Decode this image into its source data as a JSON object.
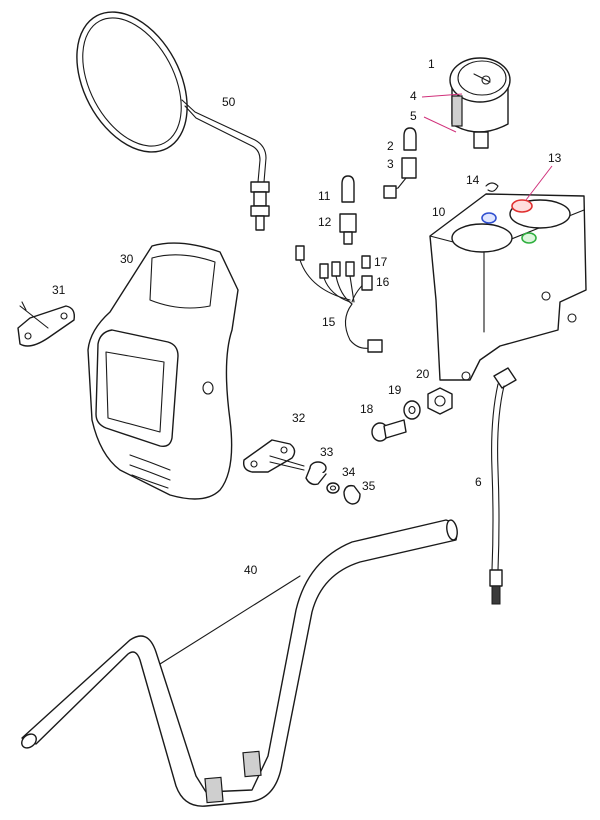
{
  "labels": {
    "l1": "1",
    "l2": "2",
    "l3": "3",
    "l4": "4",
    "l5": "5",
    "l6": "6",
    "l10": "10",
    "l11": "11",
    "l12": "12",
    "l13": "13",
    "l14": "14",
    "l15": "15",
    "l16": "16",
    "l17": "17",
    "l18": "18",
    "l19": "19",
    "l20": "20",
    "l30": "30",
    "l31": "31",
    "l32": "32",
    "l33": "33",
    "l34": "34",
    "l35": "35",
    "l40": "40",
    "l50": "50"
  },
  "colors": {
    "leader": "#d0307a",
    "indicator_red": "#e03030",
    "indicator_blue": "#3050d0",
    "indicator_green": "#30b040",
    "outline": "#1a1a1a"
  }
}
